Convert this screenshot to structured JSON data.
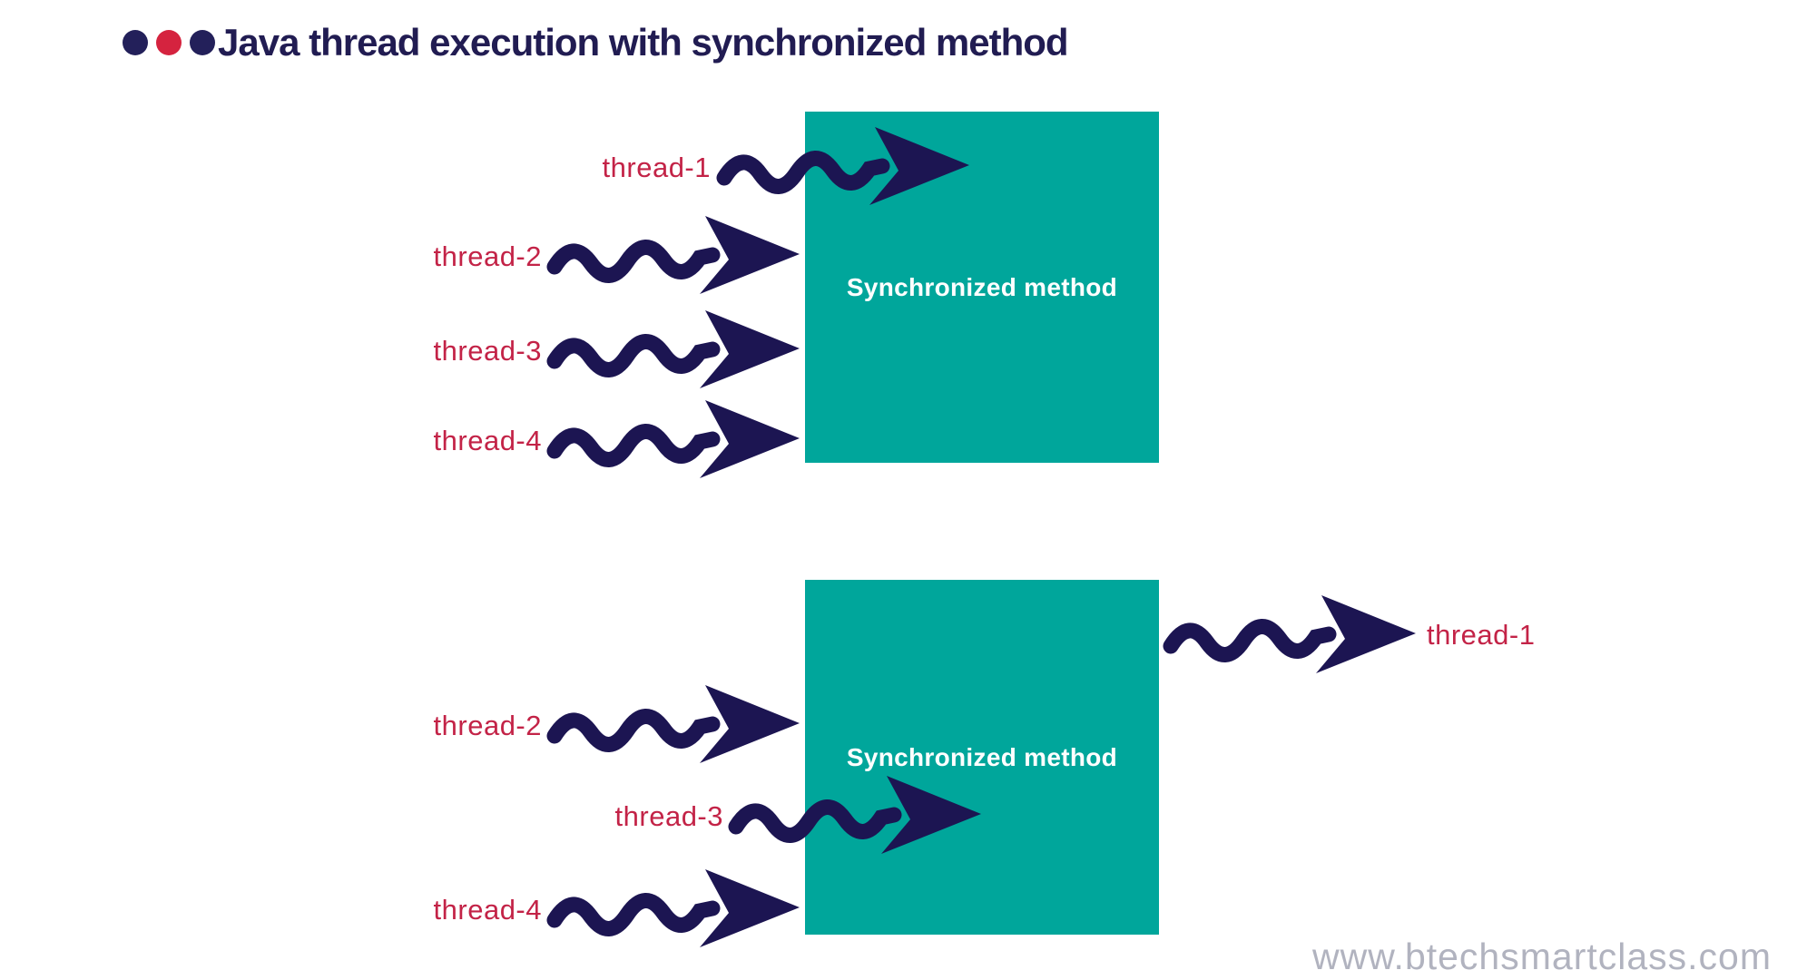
{
  "title": {
    "text": "Java thread execution with synchronized method",
    "dots": [
      "navy",
      "red",
      "navy"
    ]
  },
  "colors": {
    "navy_arrow": "#1c1552",
    "navy_title": "#211c52",
    "crimson_label": "#c32347",
    "dot_red": "#d5233f",
    "teal_box": "#00a69b",
    "box_text": "#ffffff",
    "watermark_gray": "#b1b3bf"
  },
  "diagram1": {
    "box_label": "Synchronized method",
    "threads": [
      "thread-1",
      "thread-2",
      "thread-3",
      "thread-4"
    ]
  },
  "diagram2": {
    "box_label": "Synchronized method",
    "threads": [
      "thread-1",
      "thread-2",
      "thread-3",
      "thread-4"
    ]
  },
  "watermark": {
    "text": "www.btechsmartclass.com"
  }
}
